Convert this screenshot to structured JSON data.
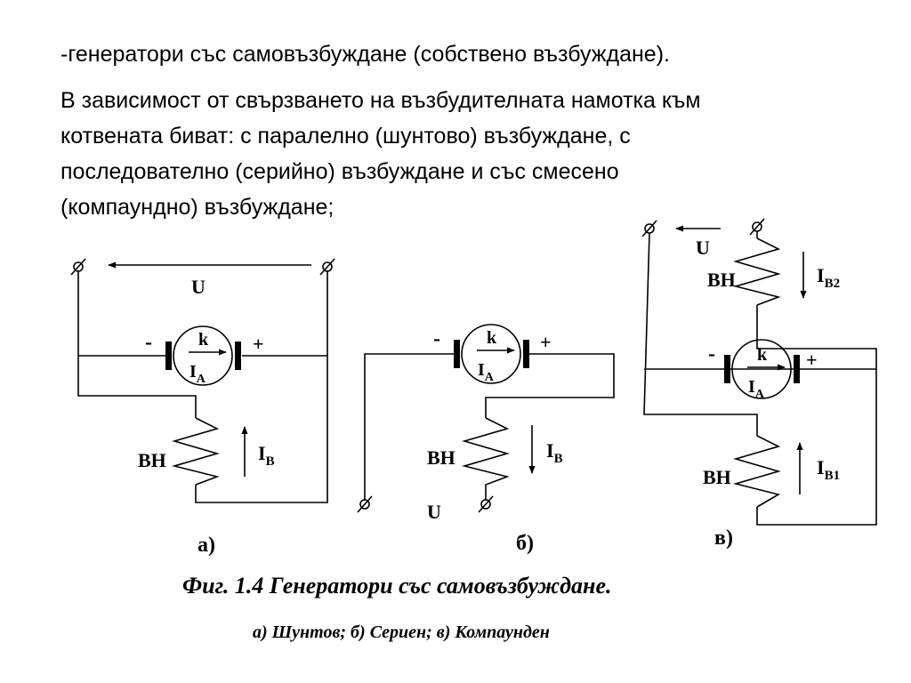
{
  "text": {
    "line1": "-генератори със самовъзбуждане (собствено възбуждане).",
    "line2": " В зависимост  от свързването на възбудителната намотка към",
    "line3": "котвената биват: с паралелно (шунтово) възбуждане, с",
    "line4": "последователно (серийно) възбуждане и със смесено",
    "line5": "(компаундно) възбуждане;"
  },
  "circuits": {
    "a": {
      "voltage": "U",
      "minus": "-",
      "plus": "+",
      "k": "k",
      "ia_main": "I",
      "ia_sub": "A",
      "winding": "ВН",
      "ib_main": "I",
      "ib_sub": "В",
      "tag": "а)"
    },
    "b": {
      "voltage": "U",
      "minus": "-",
      "plus": "+",
      "k": "k",
      "ia_main": "I",
      "ia_sub": "A",
      "winding": "ВН",
      "ib_main": "I",
      "ib_sub": "В",
      "tag": "б)"
    },
    "c": {
      "voltage": "U",
      "minus": "-",
      "plus": "+",
      "k": "k",
      "ia_main": "I",
      "ia_sub": "A",
      "winding_top": "ВН",
      "ib2_main": "I",
      "ib2_sub": "В2",
      "winding_bottom": "ВН",
      "ib1_main": "I",
      "ib1_sub": "В1",
      "tag": "в)"
    }
  },
  "caption": {
    "title": "Фиг. 1.4 Генератори със самовъзбуждане.",
    "subtitle": "а) Шунтов; б) Сериен; в) Компаунден"
  }
}
